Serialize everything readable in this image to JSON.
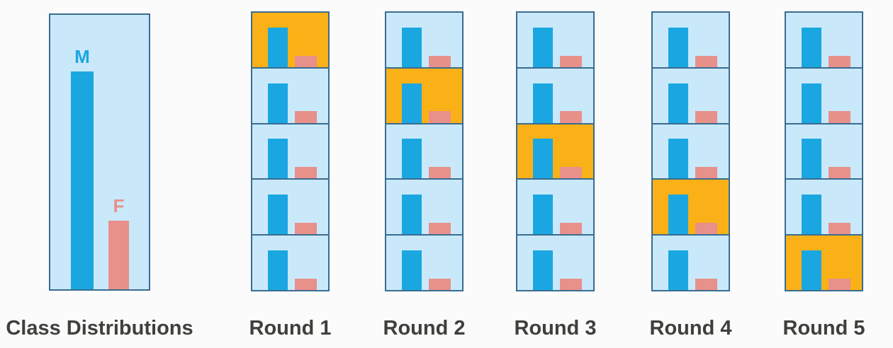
{
  "colors": {
    "background": "#fbfbfb",
    "panel_fill": "#c9e9fa",
    "panel_border": "#3a6c90",
    "male_bar": "#1aa7e1",
    "female_bar": "#e8908a",
    "highlight_fill": "#fab117",
    "caption_text": "#403f3b"
  },
  "class_panel": {
    "caption": "Class Distributions",
    "bars": [
      {
        "label": "M",
        "series": "male",
        "height_pct": 79.5
      },
      {
        "label": "F",
        "series": "female",
        "height_pct": 25
      }
    ]
  },
  "rounds": [
    {
      "label": "Round 1",
      "validation_fold": 1
    },
    {
      "label": "Round 2",
      "validation_fold": 2
    },
    {
      "label": "Round 3",
      "validation_fold": 3
    },
    {
      "label": "Round 4",
      "validation_fold": 4
    },
    {
      "label": "Round 5",
      "validation_fold": 5
    }
  ],
  "folds_per_round": 5,
  "mini_bars": {
    "male_height_pct": 73,
    "female_height_pct": 21
  }
}
